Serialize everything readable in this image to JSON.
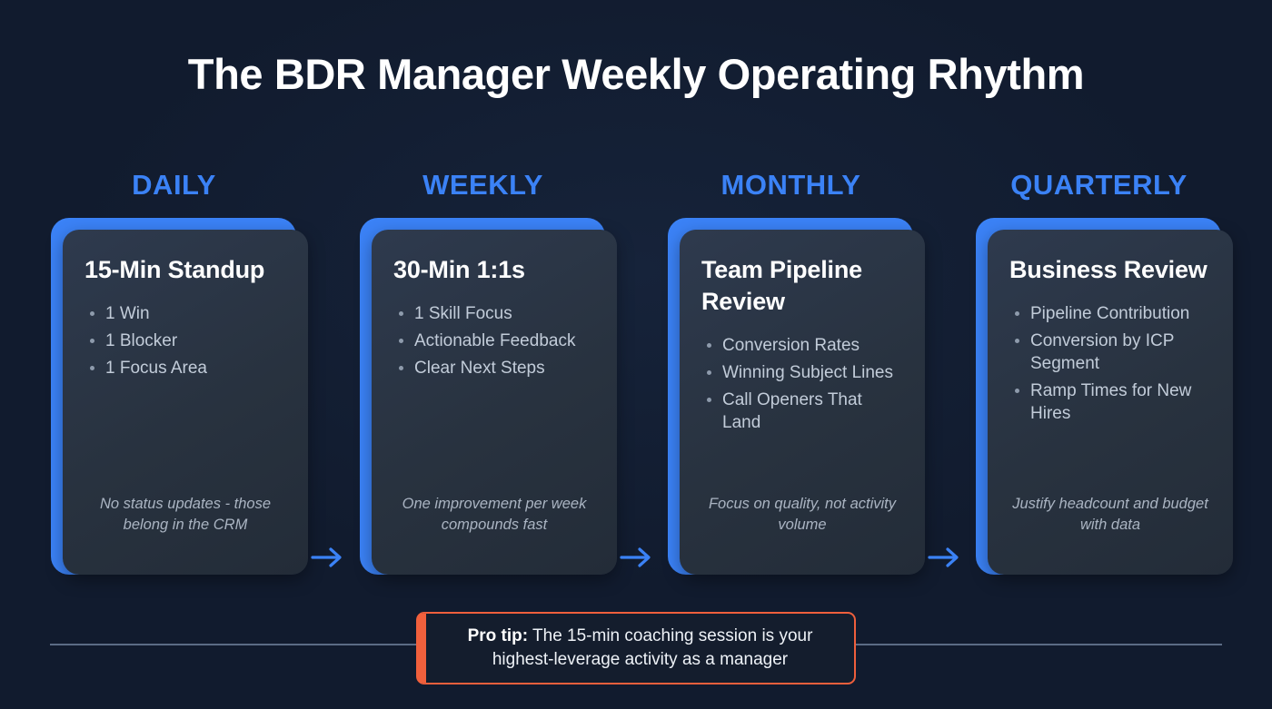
{
  "header": {
    "title": "The BDR Manager Weekly Operating Rhythm"
  },
  "colors": {
    "background": "#111b2e",
    "accent_blue": "#3b82f6",
    "card_surface": "#2e3a4e",
    "accent_orange": "#ef5f3c",
    "title_text": "#ffffff",
    "body_text": "#c2ccd9",
    "caption_text": "#aab4c2",
    "divider": "#5b6b85"
  },
  "columns": [
    {
      "cadence": "DAILY",
      "card_title": "15-Min Standup",
      "bullets": [
        "1 Win",
        "1 Blocker",
        "1 Focus Area"
      ],
      "caption": "No status updates - those belong in the CRM"
    },
    {
      "cadence": "WEEKLY",
      "card_title": "30-Min 1:1s",
      "bullets": [
        "1 Skill Focus",
        "Actionable Feedback",
        "Clear Next Steps"
      ],
      "caption": "One improvement per week compounds fast"
    },
    {
      "cadence": "MONTHLY",
      "card_title": "Team Pipeline Review",
      "bullets": [
        "Conversion Rates",
        "Winning Subject Lines",
        "Call Openers That Land"
      ],
      "caption": "Focus on quality, not activity volume"
    },
    {
      "cadence": "QUARTERLY",
      "card_title": "Business Review",
      "bullets": [
        "Pipeline Contribution",
        "Conversion by ICP Segment",
        "Ramp Times for New Hires"
      ],
      "caption": "Justify headcount and budget with data"
    }
  ],
  "connectors": [
    {
      "icon": "arrow-right-icon"
    },
    {
      "icon": "arrow-right-icon"
    },
    {
      "icon": "arrow-right-icon"
    }
  ],
  "footer": {
    "protip_label": "Pro tip:",
    "protip_text": " The 15-min coaching session is your highest-leverage activity as a manager"
  }
}
